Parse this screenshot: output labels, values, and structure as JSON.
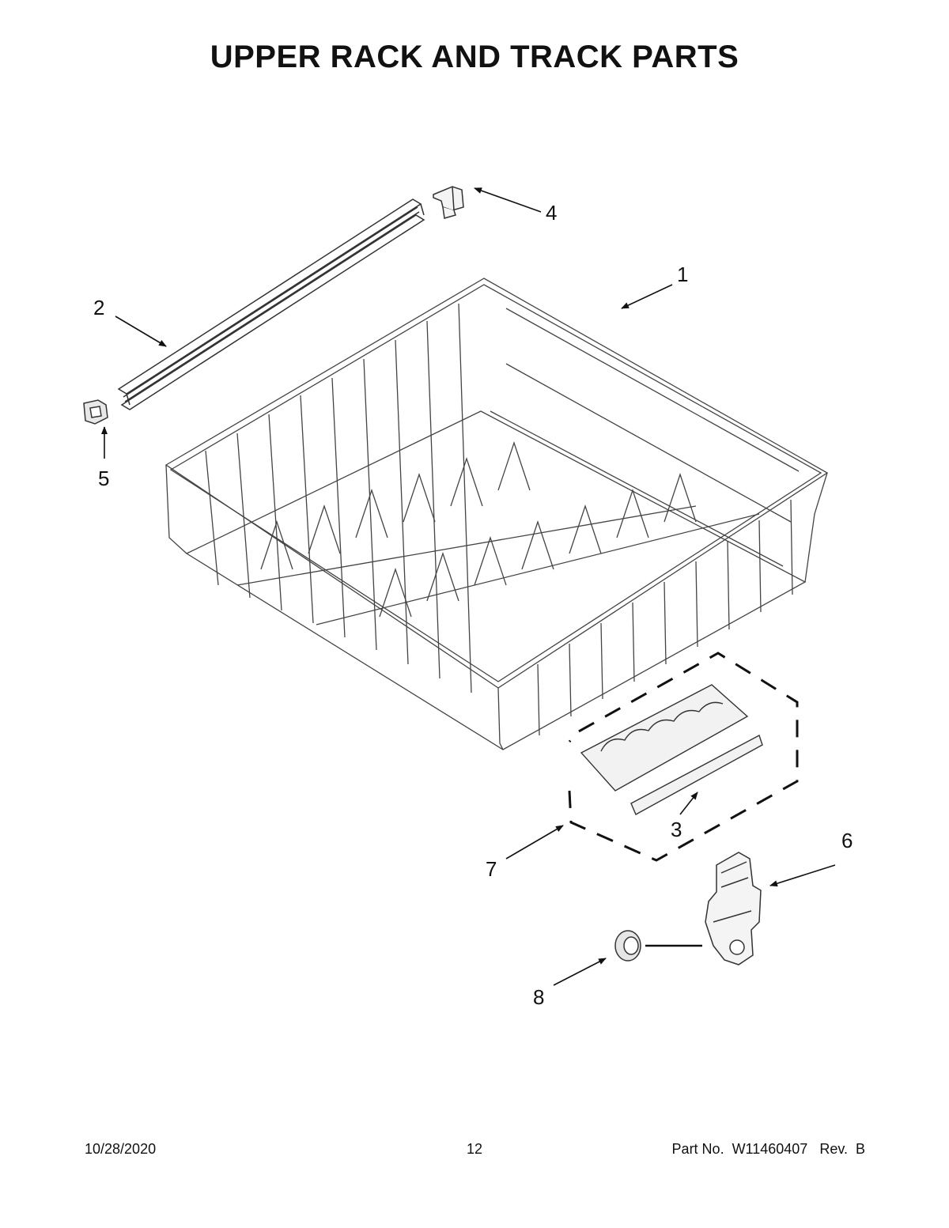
{
  "title": "UPPER RACK AND TRACK PARTS",
  "callouts": {
    "c1": "1",
    "c2": "2",
    "c3": "3",
    "c4": "4",
    "c5": "5",
    "c6": "6",
    "c7": "7",
    "c8": "8"
  },
  "footer": {
    "date": "10/28/2020",
    "page": "12",
    "part": "Part No.  W11460407   Rev.  B"
  }
}
